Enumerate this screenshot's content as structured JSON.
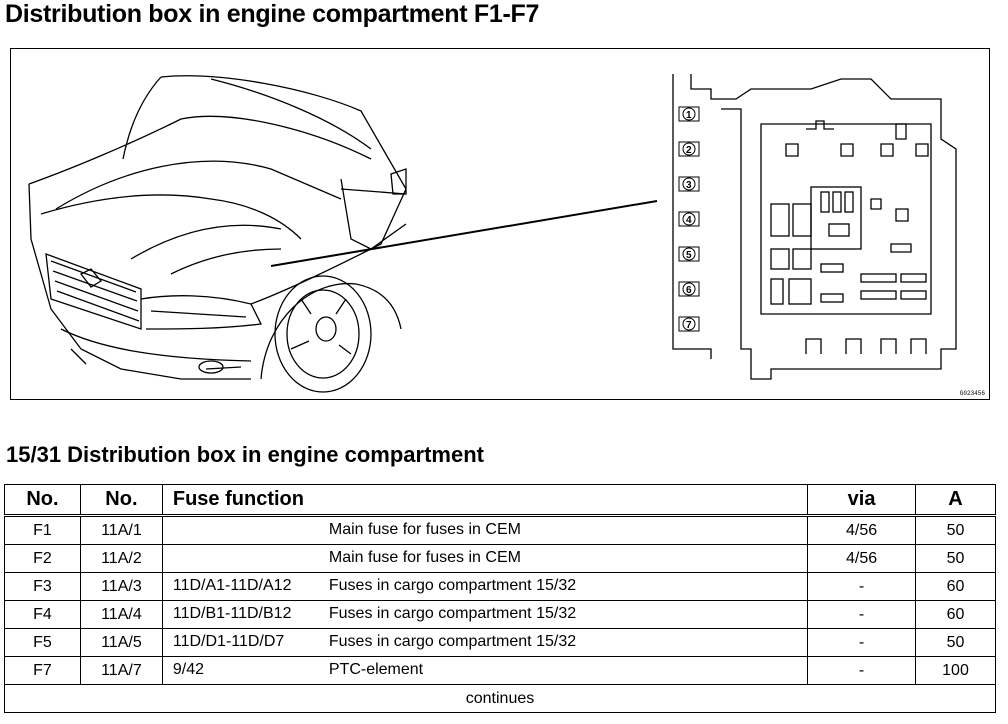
{
  "page": {
    "title": "Distribution box in engine compartment F1-F7",
    "subtitle": "15/31 Distribution box in engine compartment"
  },
  "figure": {
    "code": "G023456",
    "fuse_labels": [
      "1",
      "2",
      "3",
      "4",
      "5",
      "6",
      "7"
    ]
  },
  "table": {
    "headers": [
      "No.",
      "No.",
      "Fuse function",
      "via",
      "A"
    ],
    "rows": [
      {
        "no1": "F1",
        "no2": "11A/1",
        "fn_a": "",
        "fn_b": "Main fuse for fuses in CEM",
        "via": "4/56",
        "amp": "50"
      },
      {
        "no1": "F2",
        "no2": "11A/2",
        "fn_a": "",
        "fn_b": "Main fuse for fuses in CEM",
        "via": "4/56",
        "amp": "50"
      },
      {
        "no1": "F3",
        "no2": "11A/3",
        "fn_a": "11D/A1-11D/A12",
        "fn_b": "Fuses in cargo compartment 15/32",
        "via": "-",
        "amp": "60"
      },
      {
        "no1": "F4",
        "no2": "11A/4",
        "fn_a": "11D/B1-11D/B12",
        "fn_b": "Fuses in cargo compartment 15/32",
        "via": "-",
        "amp": "60"
      },
      {
        "no1": "F5",
        "no2": "11A/5",
        "fn_a": "11D/D1-11D/D7",
        "fn_b": "Fuses in cargo compartment 15/32",
        "via": "-",
        "amp": "50"
      },
      {
        "no1": "F7",
        "no2": "11A/7",
        "fn_a": "9/42",
        "fn_b": "PTC-element",
        "via": "-",
        "amp": "100"
      }
    ],
    "footer": "continues"
  }
}
